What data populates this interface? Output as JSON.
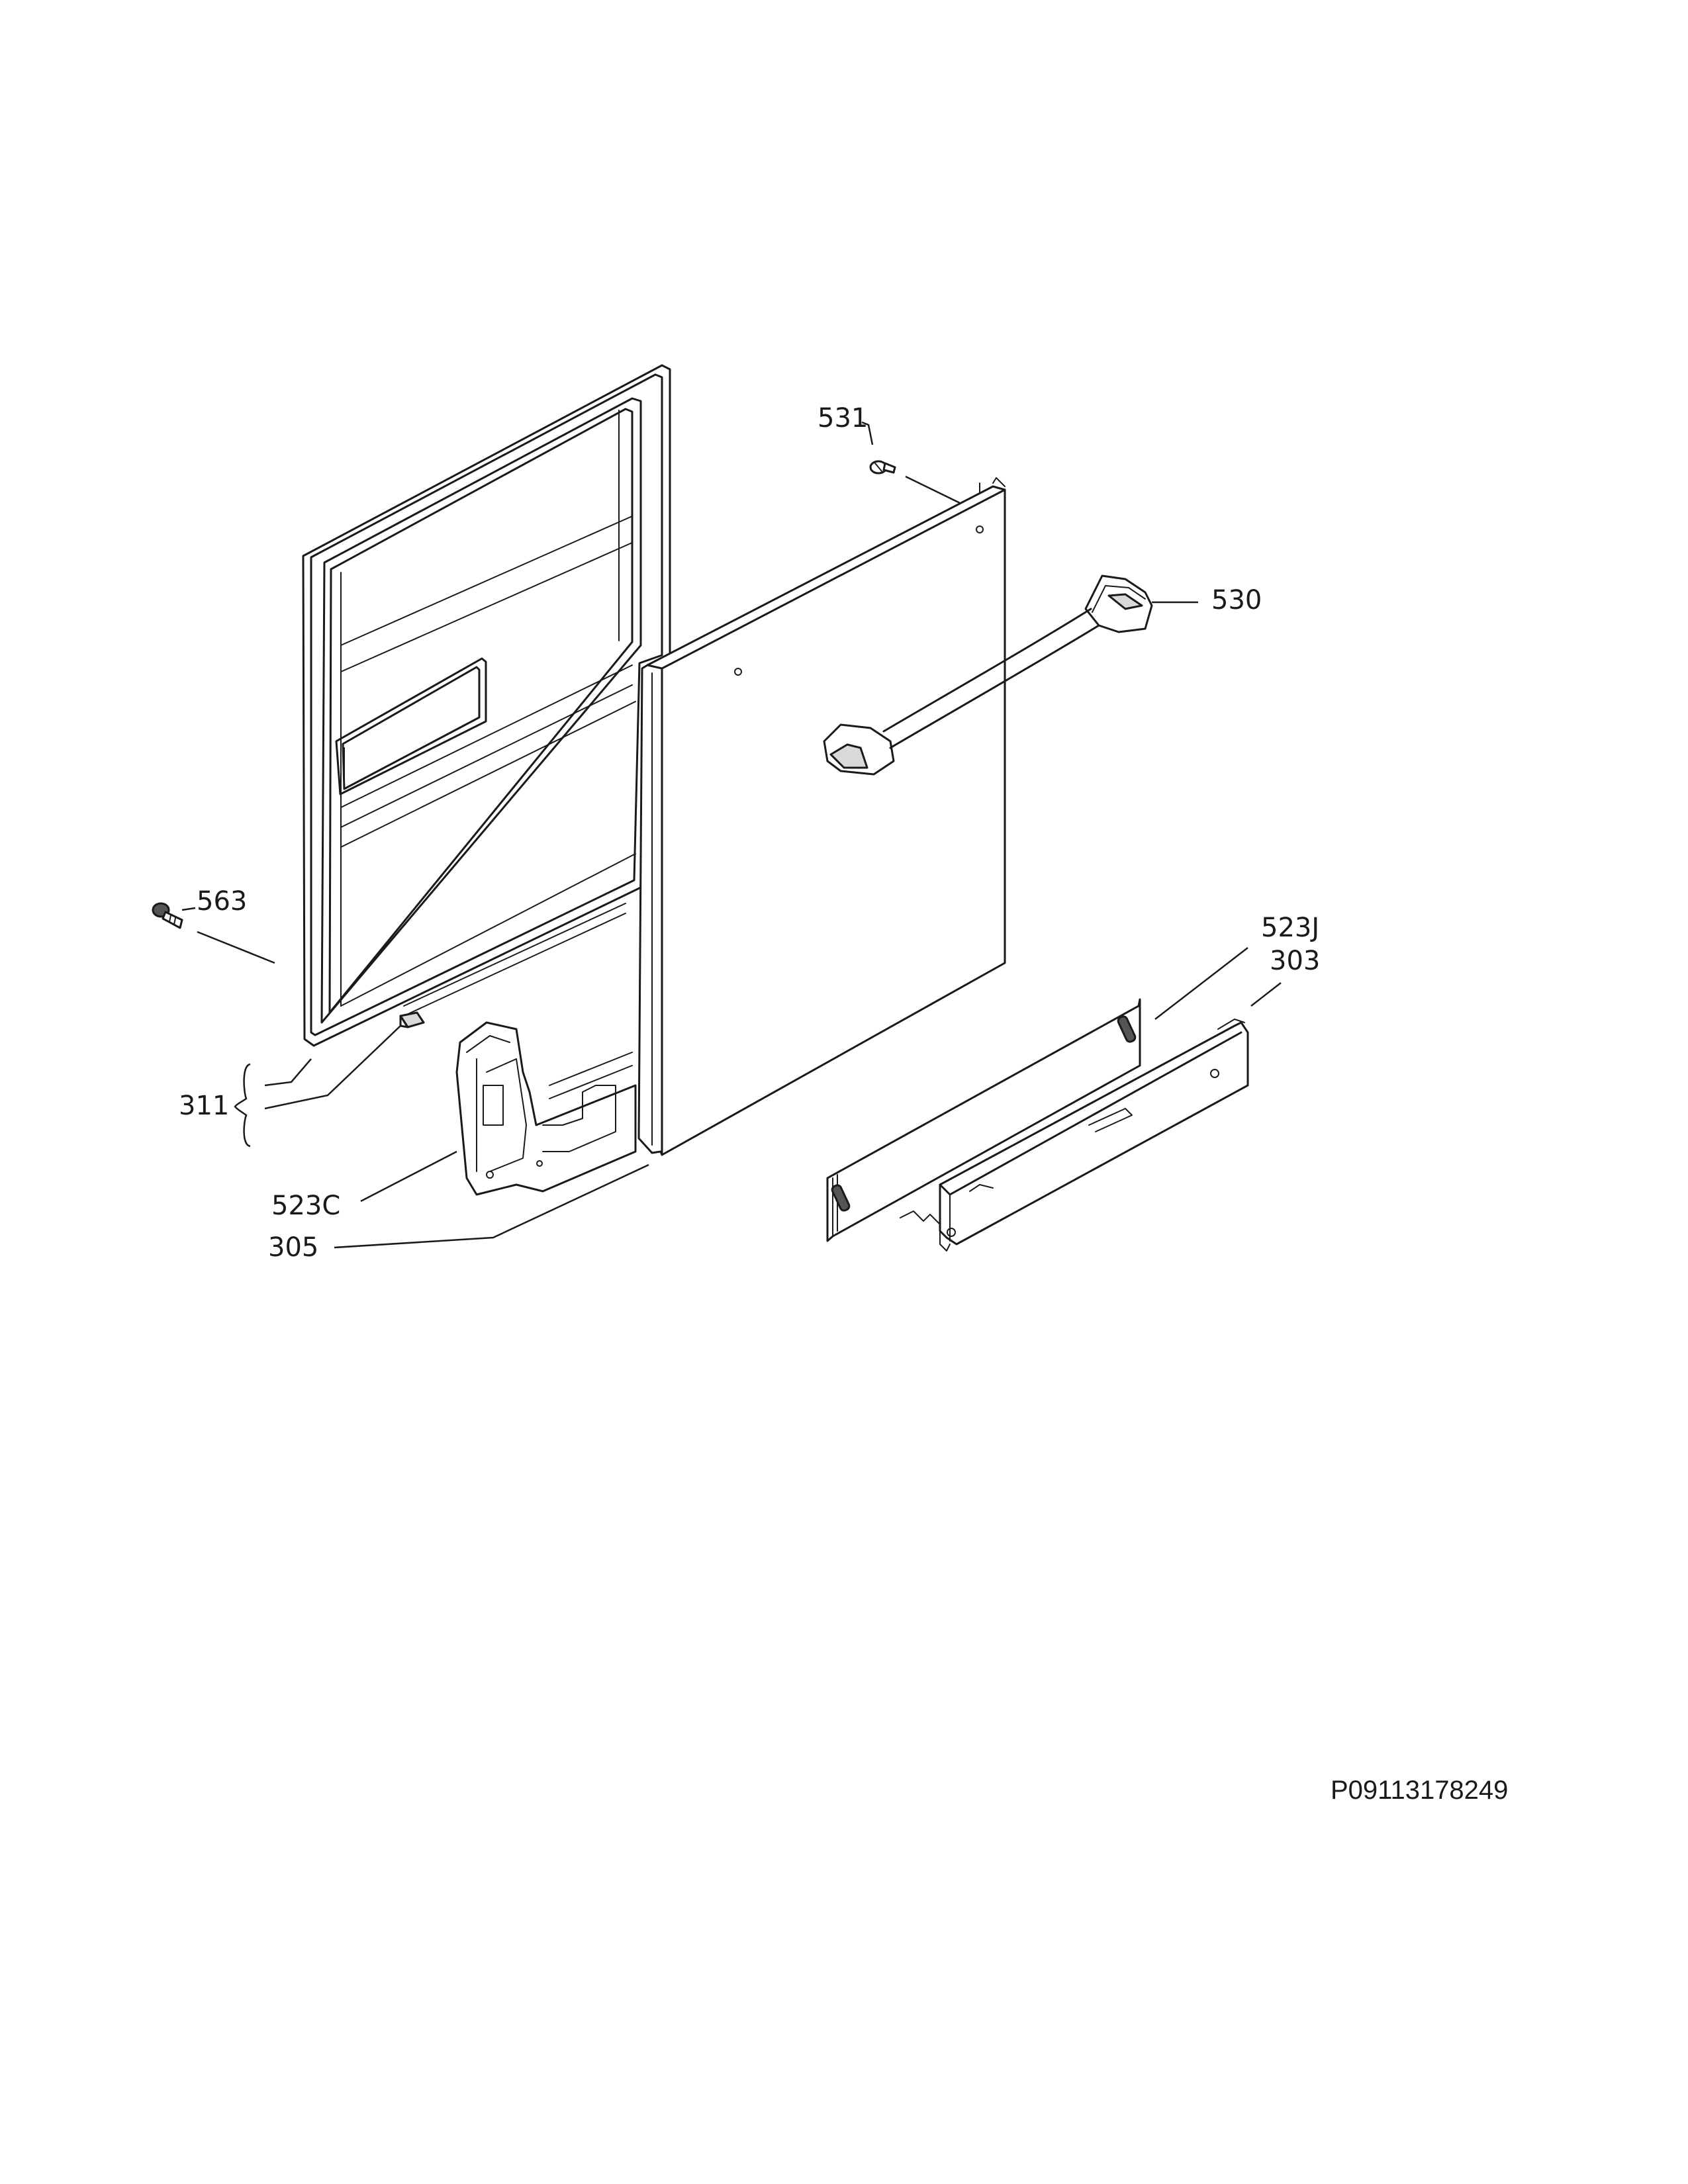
{
  "diagram": {
    "callouts": {
      "c531": "531",
      "c530": "530",
      "c563": "563",
      "c523J": "523J",
      "c303": "303",
      "c311": "311",
      "c523C": "523C",
      "c305": "305"
    },
    "reference_code": "P09113178249"
  }
}
